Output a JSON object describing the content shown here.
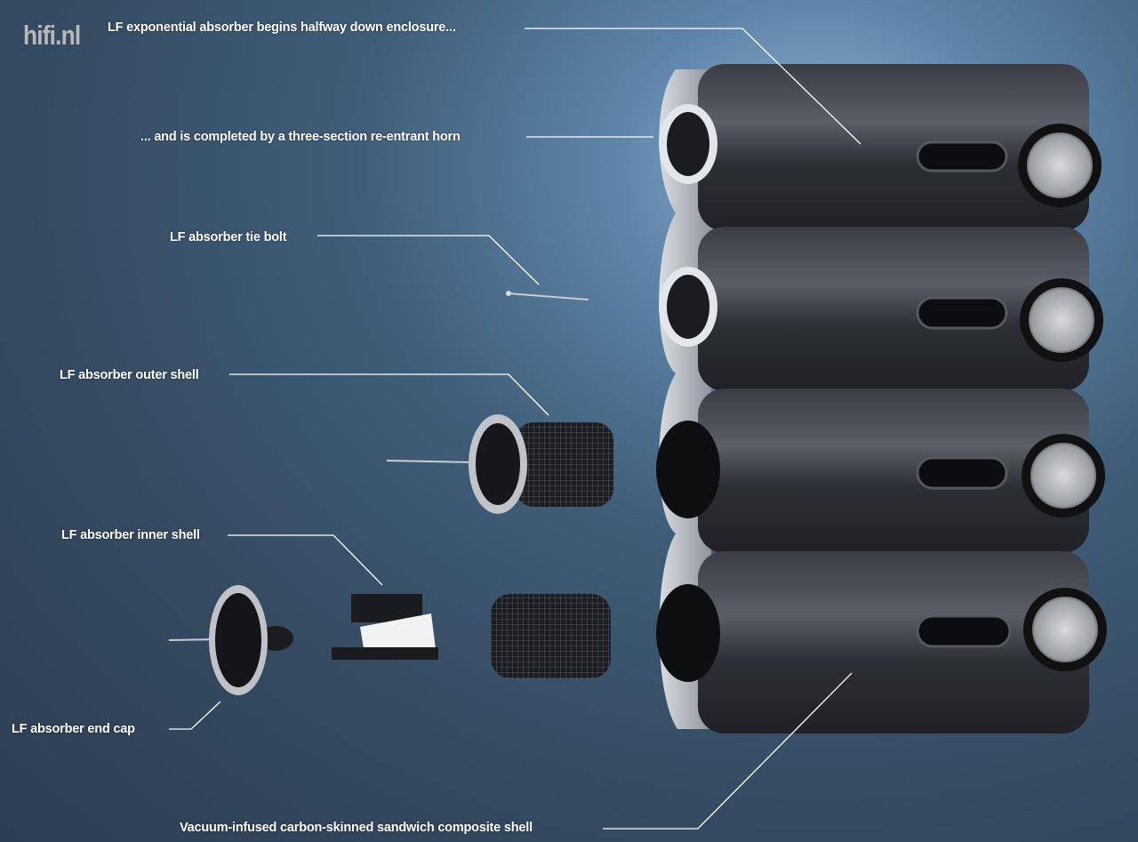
{
  "logo": "hifi.nl",
  "callouts": [
    {
      "id": "exp-absorber",
      "text": "LF exponential absorber begins halfway down enclosure..."
    },
    {
      "id": "re-entrant-horn",
      "text": "... and is completed by a three-section re-entrant horn"
    },
    {
      "id": "tie-bolt",
      "text": "LF absorber tie bolt"
    },
    {
      "id": "outer-shell",
      "text": "LF absorber outer shell"
    },
    {
      "id": "inner-shell",
      "text": "LF absorber inner shell"
    },
    {
      "id": "end-cap",
      "text": "LF absorber  end cap"
    },
    {
      "id": "composite-shell",
      "text": "Vacuum-infused carbon-skinned sandwich composite shell"
    }
  ]
}
